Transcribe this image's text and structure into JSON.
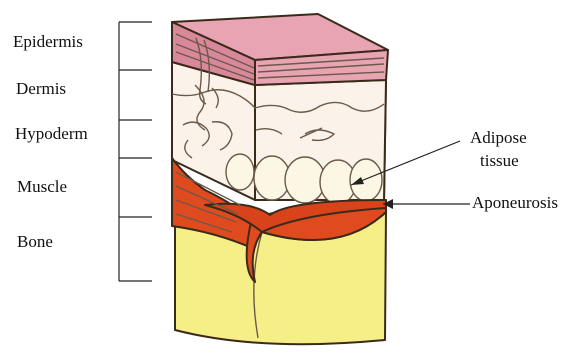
{
  "diagram": {
    "left_labels": [
      "Epidermis",
      "Dermis",
      "Hypoderm",
      "Muscle",
      "Bone"
    ],
    "right_labels": {
      "adipose_line1": "Adipose",
      "adipose_line2": "tissue",
      "aponeurosis": "Aponeurosis"
    },
    "colors": {
      "epidermis": "#e9a4b3",
      "epidermis_side": "#c95f78",
      "dermis": "#fbf3ea",
      "muscle": "#e04a1f",
      "muscle_dark": "#c0391a",
      "bone": "#f6ee86",
      "adipose": "#fbf7e4"
    }
  }
}
